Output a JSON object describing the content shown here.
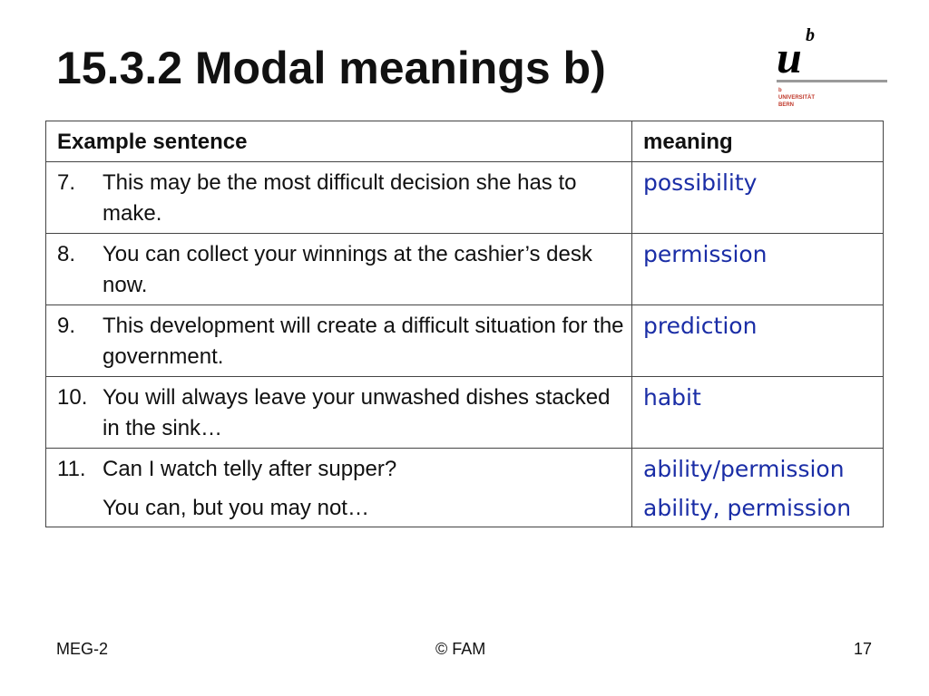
{
  "slide": {
    "title": "15.3.2 Modal meanings b)"
  },
  "logo": {
    "mark": "u",
    "superscript": "b",
    "text_lines": [
      "b",
      "UNIVERSITÄT",
      "BERN"
    ]
  },
  "table": {
    "headers": [
      "Example sentence",
      "meaning"
    ],
    "rows": [
      {
        "num": "7.",
        "sentence": "This may be the most difficult decision she has to make.",
        "meaning": "possibility"
      },
      {
        "num": "8.",
        "sentence": "You can collect your winnings at the cashier’s desk now.",
        "meaning": "permission"
      },
      {
        "num": "9.",
        "sentence": "This development will create a difficult situation for the government.",
        "meaning": "prediction"
      },
      {
        "num": "10.",
        "sentence": "You will always leave your unwashed dishes stacked in the sink…",
        "meaning": "habit"
      },
      {
        "num": "11.",
        "sentence": "Can I watch telly after supper?",
        "meaning": "ability/permission",
        "sentence2": "You can, but you may not…",
        "meaning2": "ability, permission"
      }
    ]
  },
  "footer": {
    "left": "MEG-2",
    "center": "© FAM",
    "right": "17"
  }
}
